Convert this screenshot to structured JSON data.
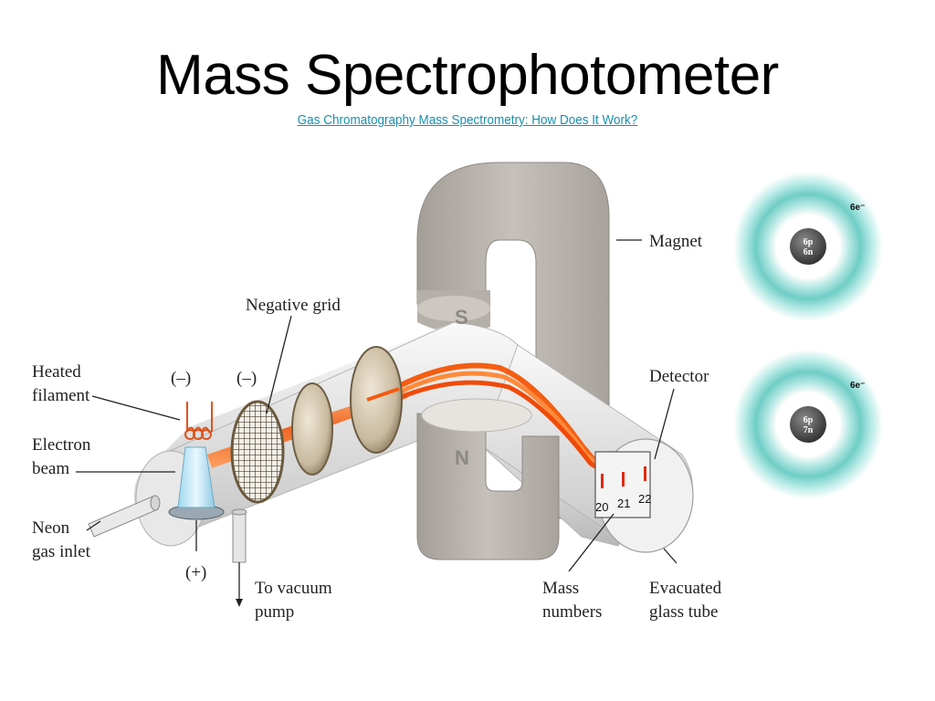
{
  "title": "Mass Spectrophotometer",
  "subtitle_link": "Gas Chromatography Mass Spectrometry: How Does It Work?",
  "diagram": {
    "labels": {
      "magnet": "Magnet",
      "negative_grid": "Negative grid",
      "heated_filament_1": "Heated",
      "heated_filament_2": "filament",
      "electron_beam_1": "Electron",
      "electron_beam_2": "beam",
      "neon_inlet_1": "Neon",
      "neon_inlet_2": "gas inlet",
      "detector": "Detector",
      "vacuum_1": "To vacuum",
      "vacuum_2": "pump",
      "mass_numbers_1": "Mass",
      "mass_numbers_2": "numbers",
      "glass_tube_1": "Evacuated",
      "glass_tube_2": "glass tube"
    },
    "symbols": {
      "neg1": "(–)",
      "neg2": "(–)",
      "pos": "(+)"
    },
    "poles": {
      "south": "S",
      "north": "N"
    },
    "mass_numbers": [
      "20",
      "21",
      "22"
    ]
  },
  "atoms": [
    {
      "electrons": "6e⁻",
      "protons": "6p",
      "neutrons": "6n"
    },
    {
      "electrons": "6e⁻",
      "protons": "6p",
      "neutrons": "7n"
    }
  ],
  "colors": {
    "beam": "#f06a1e",
    "magnet": "#b9b3ad",
    "tube": "#e2e2e2",
    "link": "#1a8fae",
    "atom_glow": "#7fd3cf"
  }
}
